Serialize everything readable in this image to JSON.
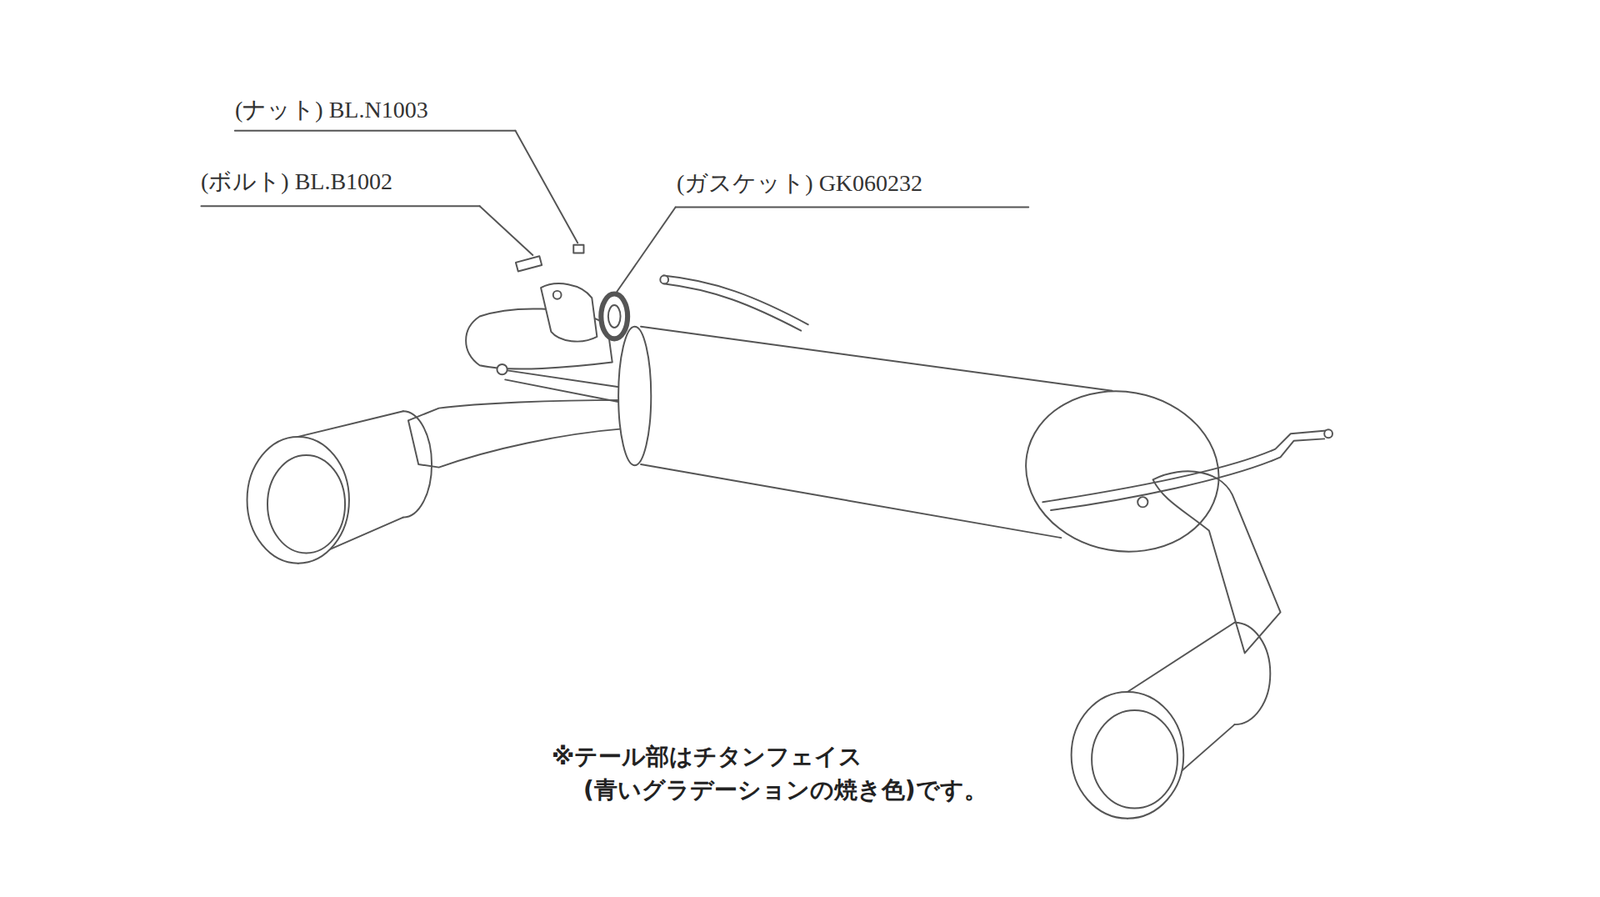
{
  "diagram": {
    "labels": [
      "(ナット) BL.N1003",
      "(ボルト) BL.B1002",
      "(ガスケット) GK060232",
      "※テール部はチタンフェイス",
      "(青いグラデーションの焼き色)です。"
    ]
  }
}
